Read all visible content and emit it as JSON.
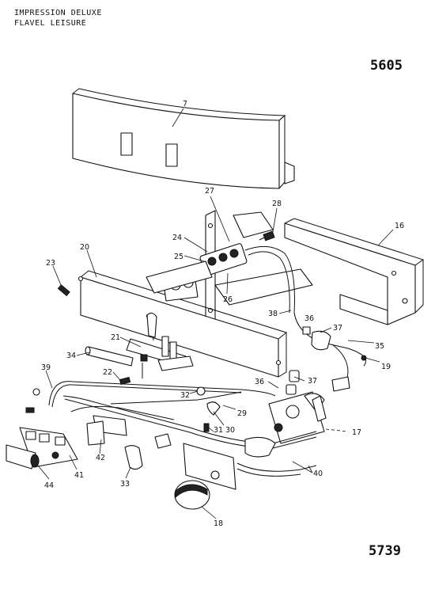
{
  "header": {
    "line1": "IMPRESSION DELUXE",
    "line2": "FLAVEL LEISURE"
  },
  "codes": {
    "top": "5605",
    "bottom": "5739"
  },
  "part_labels": [
    "7",
    "27",
    "28",
    "16",
    "24",
    "25",
    "26",
    "20",
    "23",
    "38",
    "36",
    "37",
    "35",
    "21",
    "34",
    "22",
    "19",
    "39",
    "36",
    "37",
    "32",
    "29",
    "30",
    "31",
    "17",
    "41",
    "42",
    "33",
    "40",
    "44",
    "18"
  ]
}
